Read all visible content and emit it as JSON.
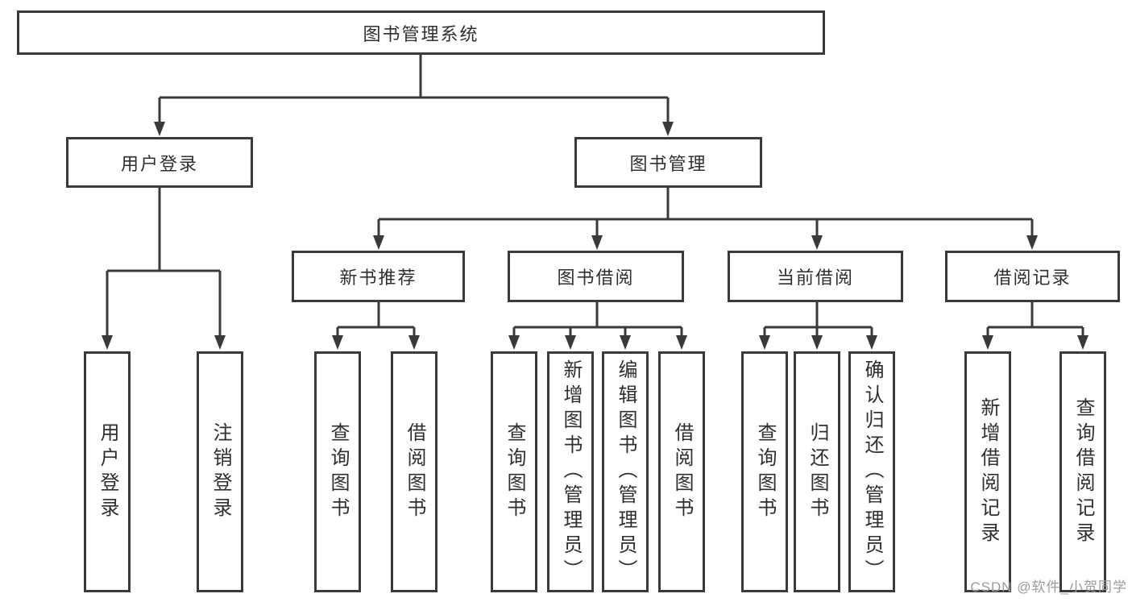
{
  "page": {
    "watermark": "CSDN @软件_小贺同学"
  },
  "colors": {
    "line": "#3a3a3a",
    "text": "#2f2f2f",
    "watermark": "#9b9b9b",
    "background": "#ffffff"
  },
  "diagram": {
    "type": "hierarchy-tree",
    "root": {
      "label": "图书管理系统"
    },
    "branches": [
      {
        "label": "用户登录",
        "children": [
          "用户登录",
          "注销登录"
        ]
      },
      {
        "label": "图书管理",
        "children": [
          {
            "label": "新书推荐",
            "children": [
              "查询图书",
              "借阅图书"
            ]
          },
          {
            "label": "图书借阅",
            "children": [
              "查询图书",
              "新增图书（管理员）",
              "编辑图书（管理员）",
              "借阅图书"
            ]
          },
          {
            "label": "当前借阅",
            "children": [
              "查询图书",
              "归还图书",
              "确认归还（管理员）"
            ]
          },
          {
            "label": "借阅记录",
            "children": [
              "新增借阅记录",
              "查询借阅记录"
            ]
          }
        ]
      }
    ]
  }
}
